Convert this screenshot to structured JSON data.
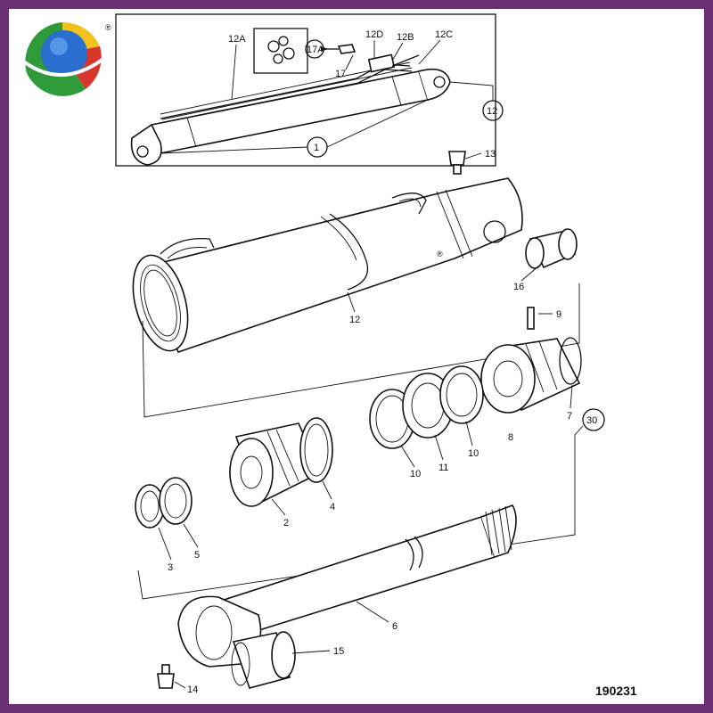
{
  "diagram": {
    "figure_number": "190231",
    "registered_mark": "®",
    "callouts": {
      "c1": "1",
      "c2": "2",
      "c3": "3",
      "c4": "4",
      "c5": "5",
      "c6": "6",
      "c7": "7",
      "c8": "8",
      "c9": "9",
      "c10a": "10",
      "c10b": "10",
      "c11": "11",
      "c12": "12",
      "c12box": "12",
      "c12a": "12A",
      "c12b": "12B",
      "c12c": "12C",
      "c12d": "12D",
      "c13": "13",
      "c14": "14",
      "c15": "15",
      "c16": "16",
      "c17": "17",
      "c17a": "17A",
      "c30": "30"
    },
    "colors": {
      "frame": "#6a2f73",
      "logo_green": "#2f9a3a",
      "logo_blue": "#2a6fcf",
      "logo_yellow": "#f2c21b",
      "logo_red": "#d8352b"
    }
  }
}
